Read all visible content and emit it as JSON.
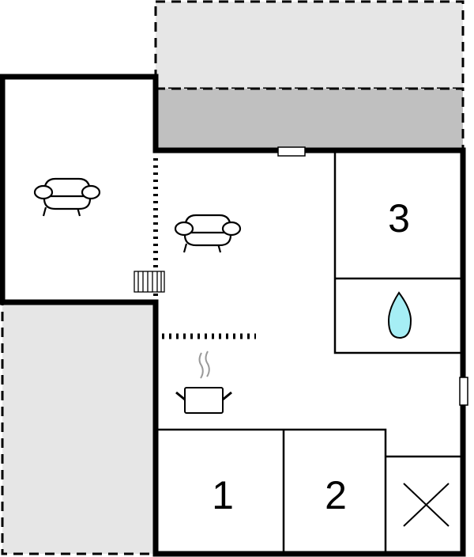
{
  "floorplan": {
    "rooms": [
      {
        "id": "bedroom-1",
        "label": "1"
      },
      {
        "id": "bedroom-2",
        "label": "2"
      },
      {
        "id": "bedroom-3",
        "label": "3"
      }
    ],
    "icons": [
      "sofa-icon",
      "sofa-icon",
      "water-drop-icon",
      "cooking-pot-icon",
      "cross-icon",
      "radiator-icon"
    ],
    "colors": {
      "terrace_light": "#e6e6e6",
      "terrace_dark": "#c0c0c0",
      "wall": "#000000",
      "water": "#a6eef5"
    }
  }
}
